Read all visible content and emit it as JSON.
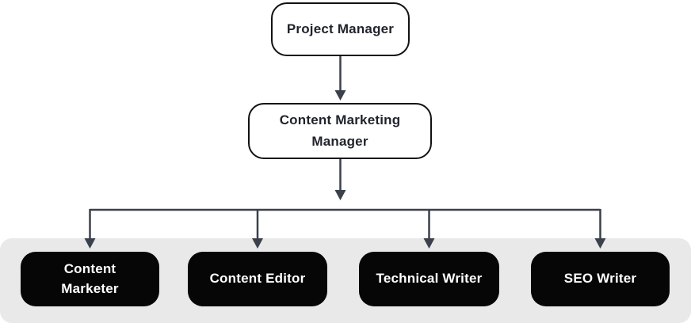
{
  "org_chart": {
    "nodes": {
      "project_manager": {
        "label": "Project Manager"
      },
      "content_marketing_manager": {
        "label": "Content Marketing Manager"
      }
    },
    "team": [
      {
        "label": "Content Marketer"
      },
      {
        "label": "Content Editor"
      },
      {
        "label": "Technical Writer"
      },
      {
        "label": "SEO Writer"
      }
    ],
    "colors": {
      "connector": "#3a414b",
      "node_border": "#121212",
      "node_text_dark": "#1f232b",
      "leaf_background": "#060606",
      "leaf_text": "#ffffff",
      "band_background": "#e9e9e9",
      "page_background": "#ffffff"
    }
  }
}
